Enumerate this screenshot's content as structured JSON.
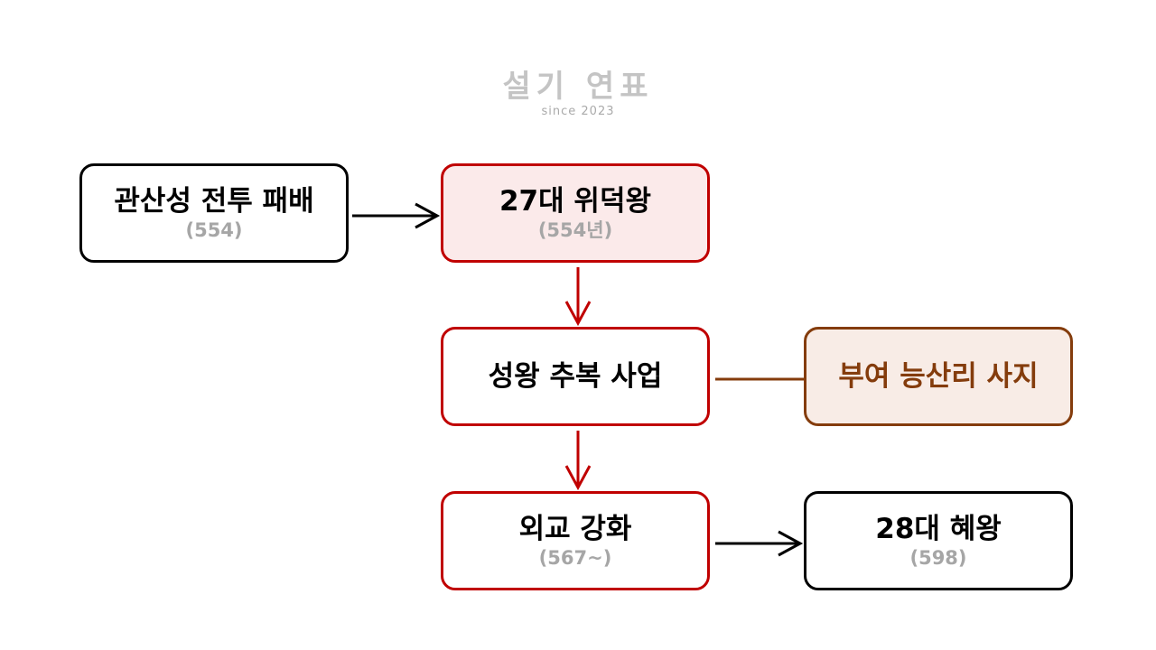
{
  "logo": {
    "title": "설기 연표",
    "subtitle": "since 2023"
  },
  "nodes": {
    "defeat": {
      "title": "관산성 전투 패배",
      "sub": "(554)"
    },
    "wideok": {
      "title": "27대 위덕왕",
      "sub": "(554년)"
    },
    "memorial": {
      "title": "성왕 추복 사업"
    },
    "temple": {
      "title": "부여 능산리 사지"
    },
    "diplomacy": {
      "title": "외교 강화",
      "sub": "(567~)"
    },
    "hyewang": {
      "title": "28대 혜왕",
      "sub": "(598)"
    }
  },
  "colors": {
    "red": "#c00000",
    "brown": "#843c0c",
    "black": "#000000",
    "gray": "#a6a6a6"
  }
}
